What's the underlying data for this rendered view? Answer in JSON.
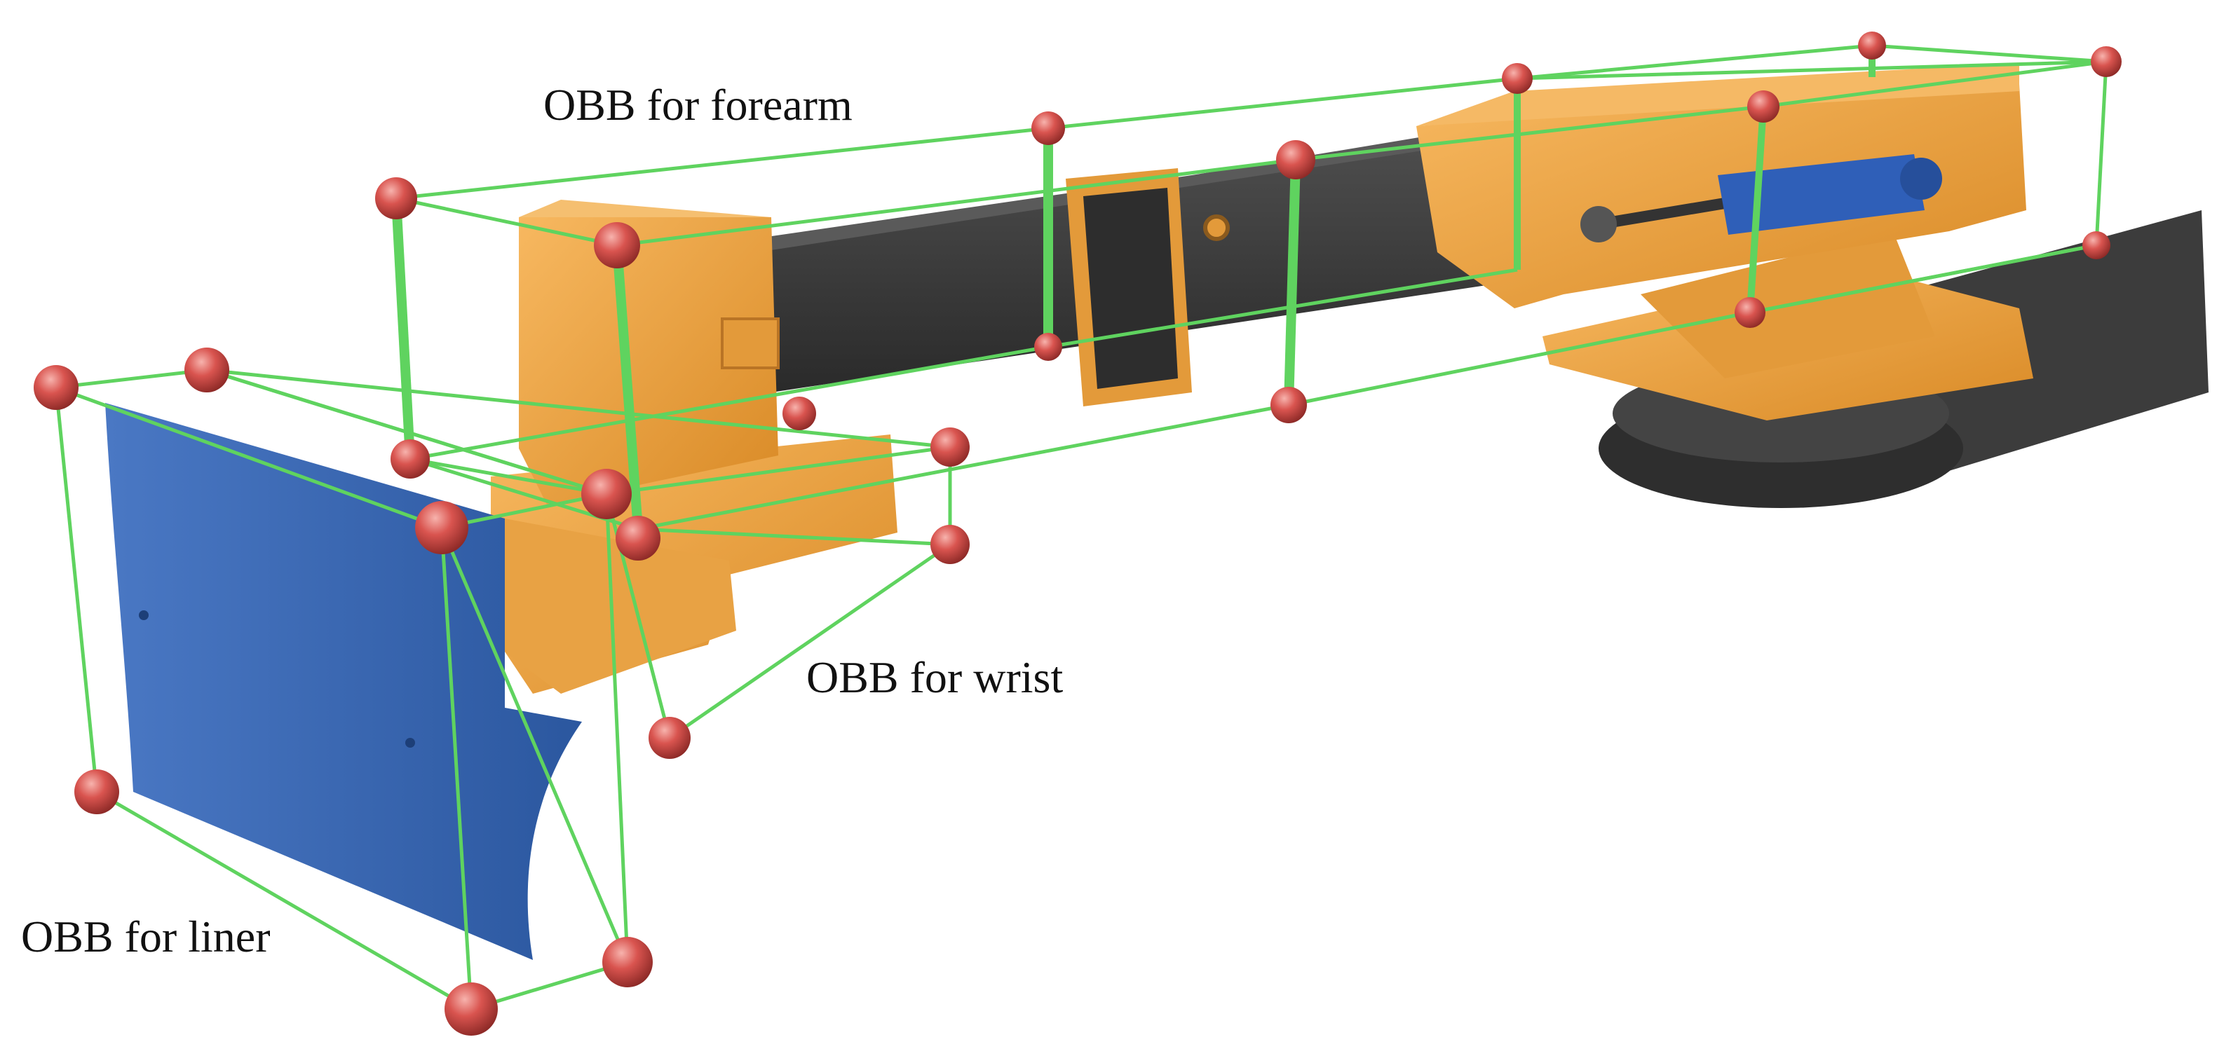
{
  "labels": {
    "forearm": "OBB for forearm",
    "wrist": "OBB for wrist",
    "liner": "OBB for liner"
  },
  "colors": {
    "bbox_edge": "#5fd35f",
    "vertex": "#d9534f",
    "arm_body": "#f0a640",
    "boom": "#3a3a3a",
    "liner": "#2e5eaa",
    "cylinder": "#2f5fb8"
  },
  "icons": {
    "vertex_marker": "sphere-marker-icon"
  }
}
